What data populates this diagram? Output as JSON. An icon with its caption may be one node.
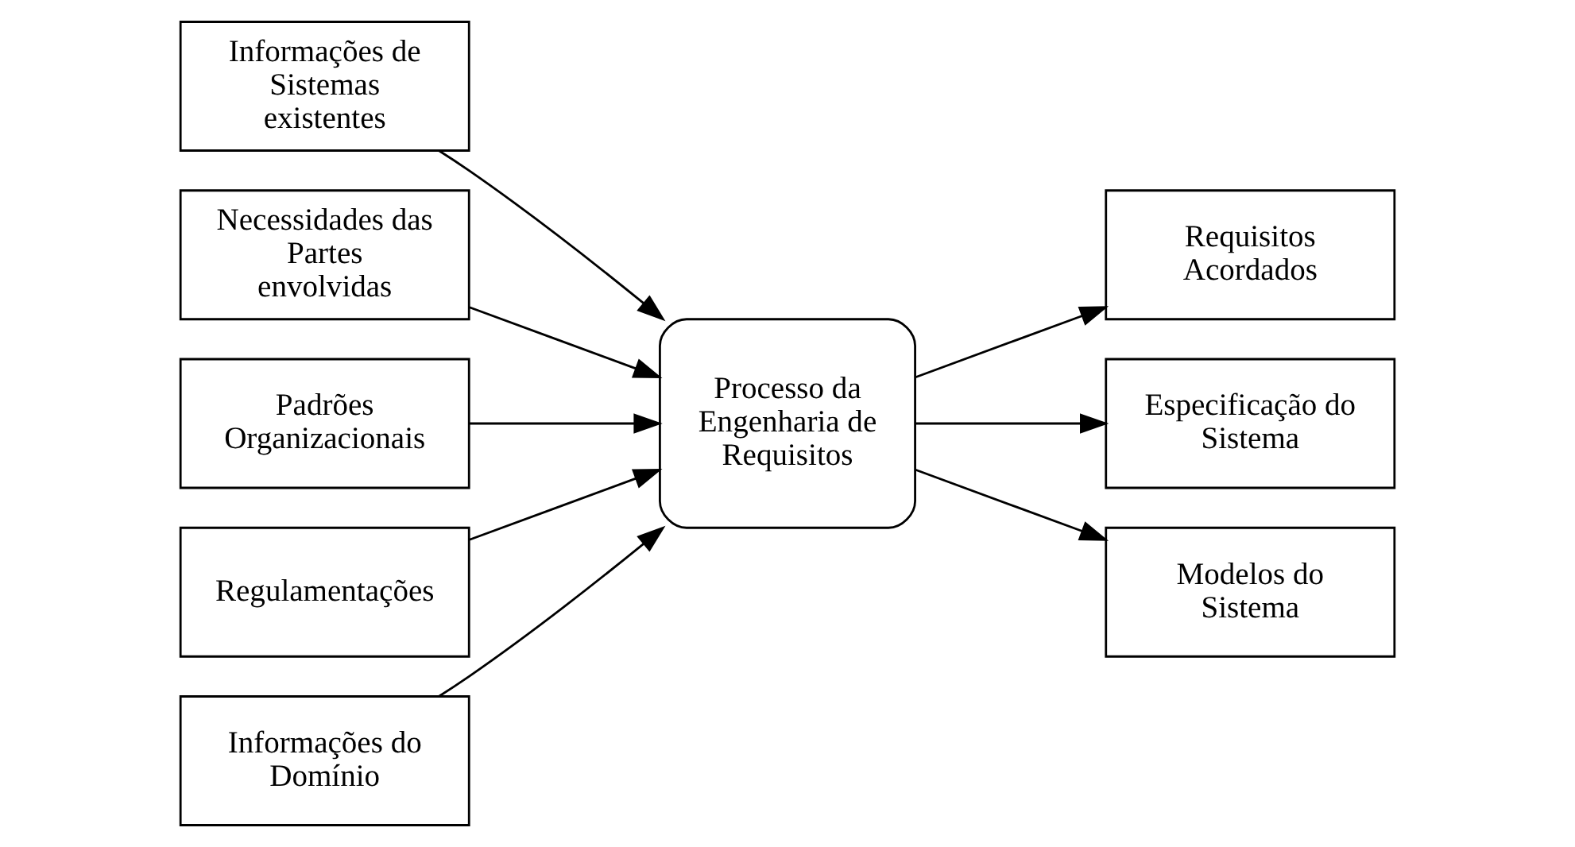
{
  "diagram": {
    "nodes": [
      {
        "text": [
          "Informações de Sistemas existentes"
        ]
      },
      {
        "text": [
          "Necessidades das Partes envolvidas"
        ]
      },
      {
        "text": [
          "Padrões Organizacionais"
        ]
      },
      {
        "text": [
          "Regulamentações"
        ]
      },
      {
        "text": [
          "Informações do Domínio"
        ]
      },
      {
        "text": [
          "Processo da Engenharia de Requisitos"
        ]
      },
      {
        "text": [
          "Requisitos Acordados"
        ]
      },
      {
        "text": [
          "Especificação do Sistema"
        ]
      },
      {
        "text": [
          "Modelos do Sistema"
        ]
      }
    ],
    "edges": [
      {
        "from": 0,
        "to": 5,
        "arrow": "to"
      },
      {
        "from": 1,
        "to": 5,
        "arrow": "to"
      },
      {
        "from": 2,
        "to": 5,
        "arrow": "to"
      },
      {
        "from": 3,
        "to": 5,
        "arrow": "to"
      },
      {
        "from": 4,
        "to": 5,
        "arrow": "to"
      },
      {
        "from": 5,
        "to": 6,
        "arrow": "to"
      },
      {
        "from": 5,
        "to": 7,
        "arrow": "to"
      },
      {
        "from": 5,
        "to": 8,
        "arrow": "to"
      }
    ]
  }
}
